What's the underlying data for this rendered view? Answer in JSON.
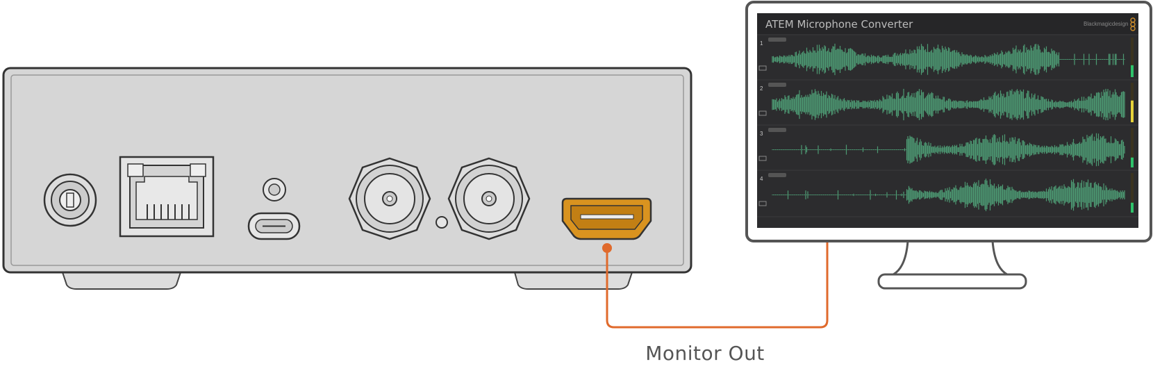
{
  "diagram": {
    "connection_label": "Monitor Out",
    "cable_color": "#e06a2c",
    "hdmi_color": "#d9931f"
  },
  "monitor": {
    "app_title": "ATEM Microphone Converter",
    "logo_text": "Blackmagicdesign",
    "tracks": [
      {
        "number": "1",
        "level": 0.3
      },
      {
        "number": "2",
        "level": 0.55
      },
      {
        "number": "3",
        "level": 0.25
      },
      {
        "number": "4",
        "level": 0.25
      }
    ],
    "waveform_color": "#4d9a73"
  }
}
